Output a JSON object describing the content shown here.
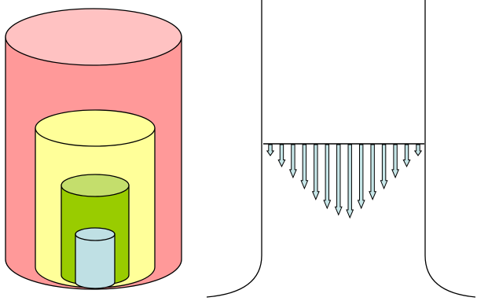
{
  "colors": {
    "outer_cylinder_body": "#ff9999",
    "outer_cylinder_top": "#ffc2c2",
    "middle_cylinder": "#ffff99",
    "inner_cylinder_body": "#99cc00",
    "inner_cylinder_top": "#c4de6c",
    "innermost_cylinder": "#bfe0e4",
    "arrow_fill": "#c6e6e8",
    "stroke": "#000000",
    "background": "#ffffff"
  },
  "cylinders": [
    {
      "name": "outer-cylinder"
    },
    {
      "name": "middle-cylinder"
    },
    {
      "name": "inner-cylinder"
    },
    {
      "name": "innermost-cylinder"
    }
  ],
  "velocity_profile": {
    "shape": "parabolic",
    "arrow_count": 14,
    "arrow_lengths": [
      0.15,
      0.3,
      0.45,
      0.6,
      0.75,
      0.87,
      0.96,
      1.0,
      0.87,
      0.75,
      0.6,
      0.45,
      0.3,
      0.15
    ]
  }
}
